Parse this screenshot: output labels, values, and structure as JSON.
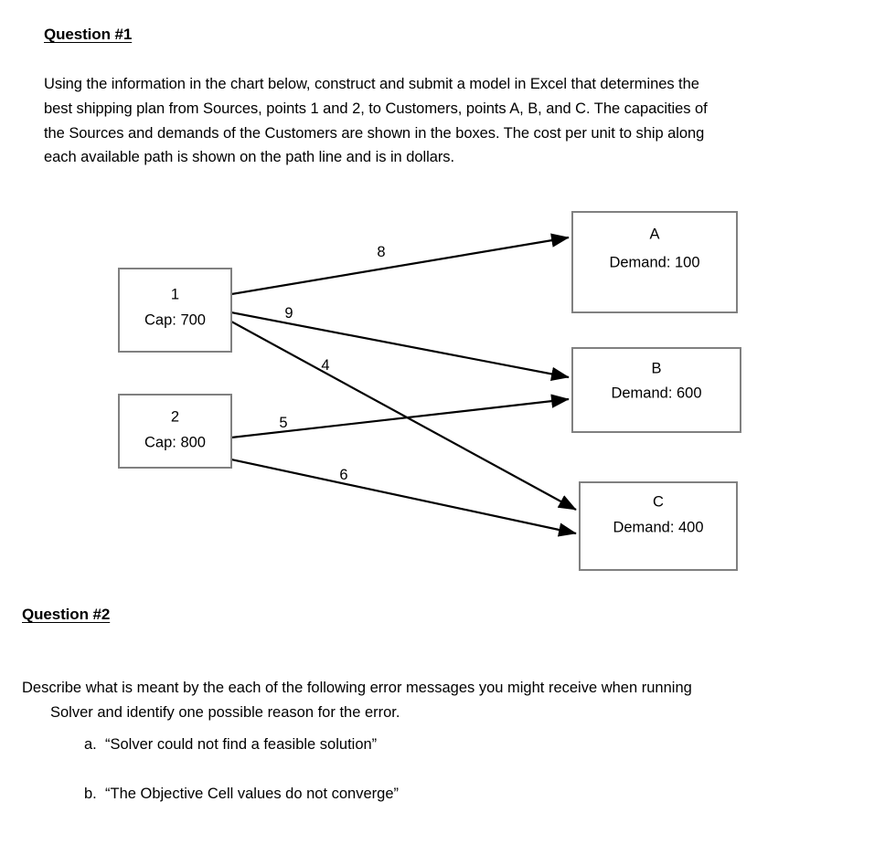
{
  "document": {
    "question1": {
      "heading": "Question #1",
      "paragraph_lines": [
        "Using the information in the chart below, construct and submit a model in Excel that determines the",
        "best shipping plan from Sources, points 1 and 2, to Customers, points A, B, and C.  The capacities of",
        "the Sources and demands of the Customers are shown in the boxes.  The cost per unit to ship along",
        "each available path is shown on the path line and is in dollars."
      ]
    },
    "question2": {
      "heading": "Question #2",
      "prompt_line1": "Describe what is meant by the each of the following error messages you might receive when running",
      "prompt_line2": "Solver and identify one possible reason for the error.",
      "items": [
        {
          "marker": "a.",
          "text": "“Solver could not find a feasible solution”"
        },
        {
          "marker": "b.",
          "text": "“The Objective Cell values do not converge”"
        }
      ]
    }
  },
  "chart_data": {
    "type": "diagram",
    "title": "",
    "diagram_kind": "transportation-network",
    "sources": [
      {
        "id": "1",
        "label": "1",
        "detail": "Cap: 700",
        "capacity": 700
      },
      {
        "id": "2",
        "label": "2",
        "detail": "Cap: 800",
        "capacity": 800
      }
    ],
    "customers": [
      {
        "id": "A",
        "label": "A",
        "detail": "Demand: 100",
        "demand": 100
      },
      {
        "id": "B",
        "label": "B",
        "detail": "Demand: 600",
        "demand": 600
      },
      {
        "id": "C",
        "label": "C",
        "detail": "Demand: 400",
        "demand": 400
      }
    ],
    "edges": [
      {
        "from": "1",
        "to": "A",
        "cost": 8,
        "label": "8"
      },
      {
        "from": "1",
        "to": "B",
        "cost": 9,
        "label": "9"
      },
      {
        "from": "1",
        "to": "C",
        "cost": 4,
        "label": "4"
      },
      {
        "from": "2",
        "to": "B",
        "cost": 5,
        "label": "5"
      },
      {
        "from": "2",
        "to": "C",
        "cost": 6,
        "label": "6"
      }
    ],
    "units": "dollars per unit",
    "colors": {
      "box_stroke": "#808080",
      "edge": "#000000",
      "text": "#000000",
      "background": "#ffffff"
    }
  }
}
